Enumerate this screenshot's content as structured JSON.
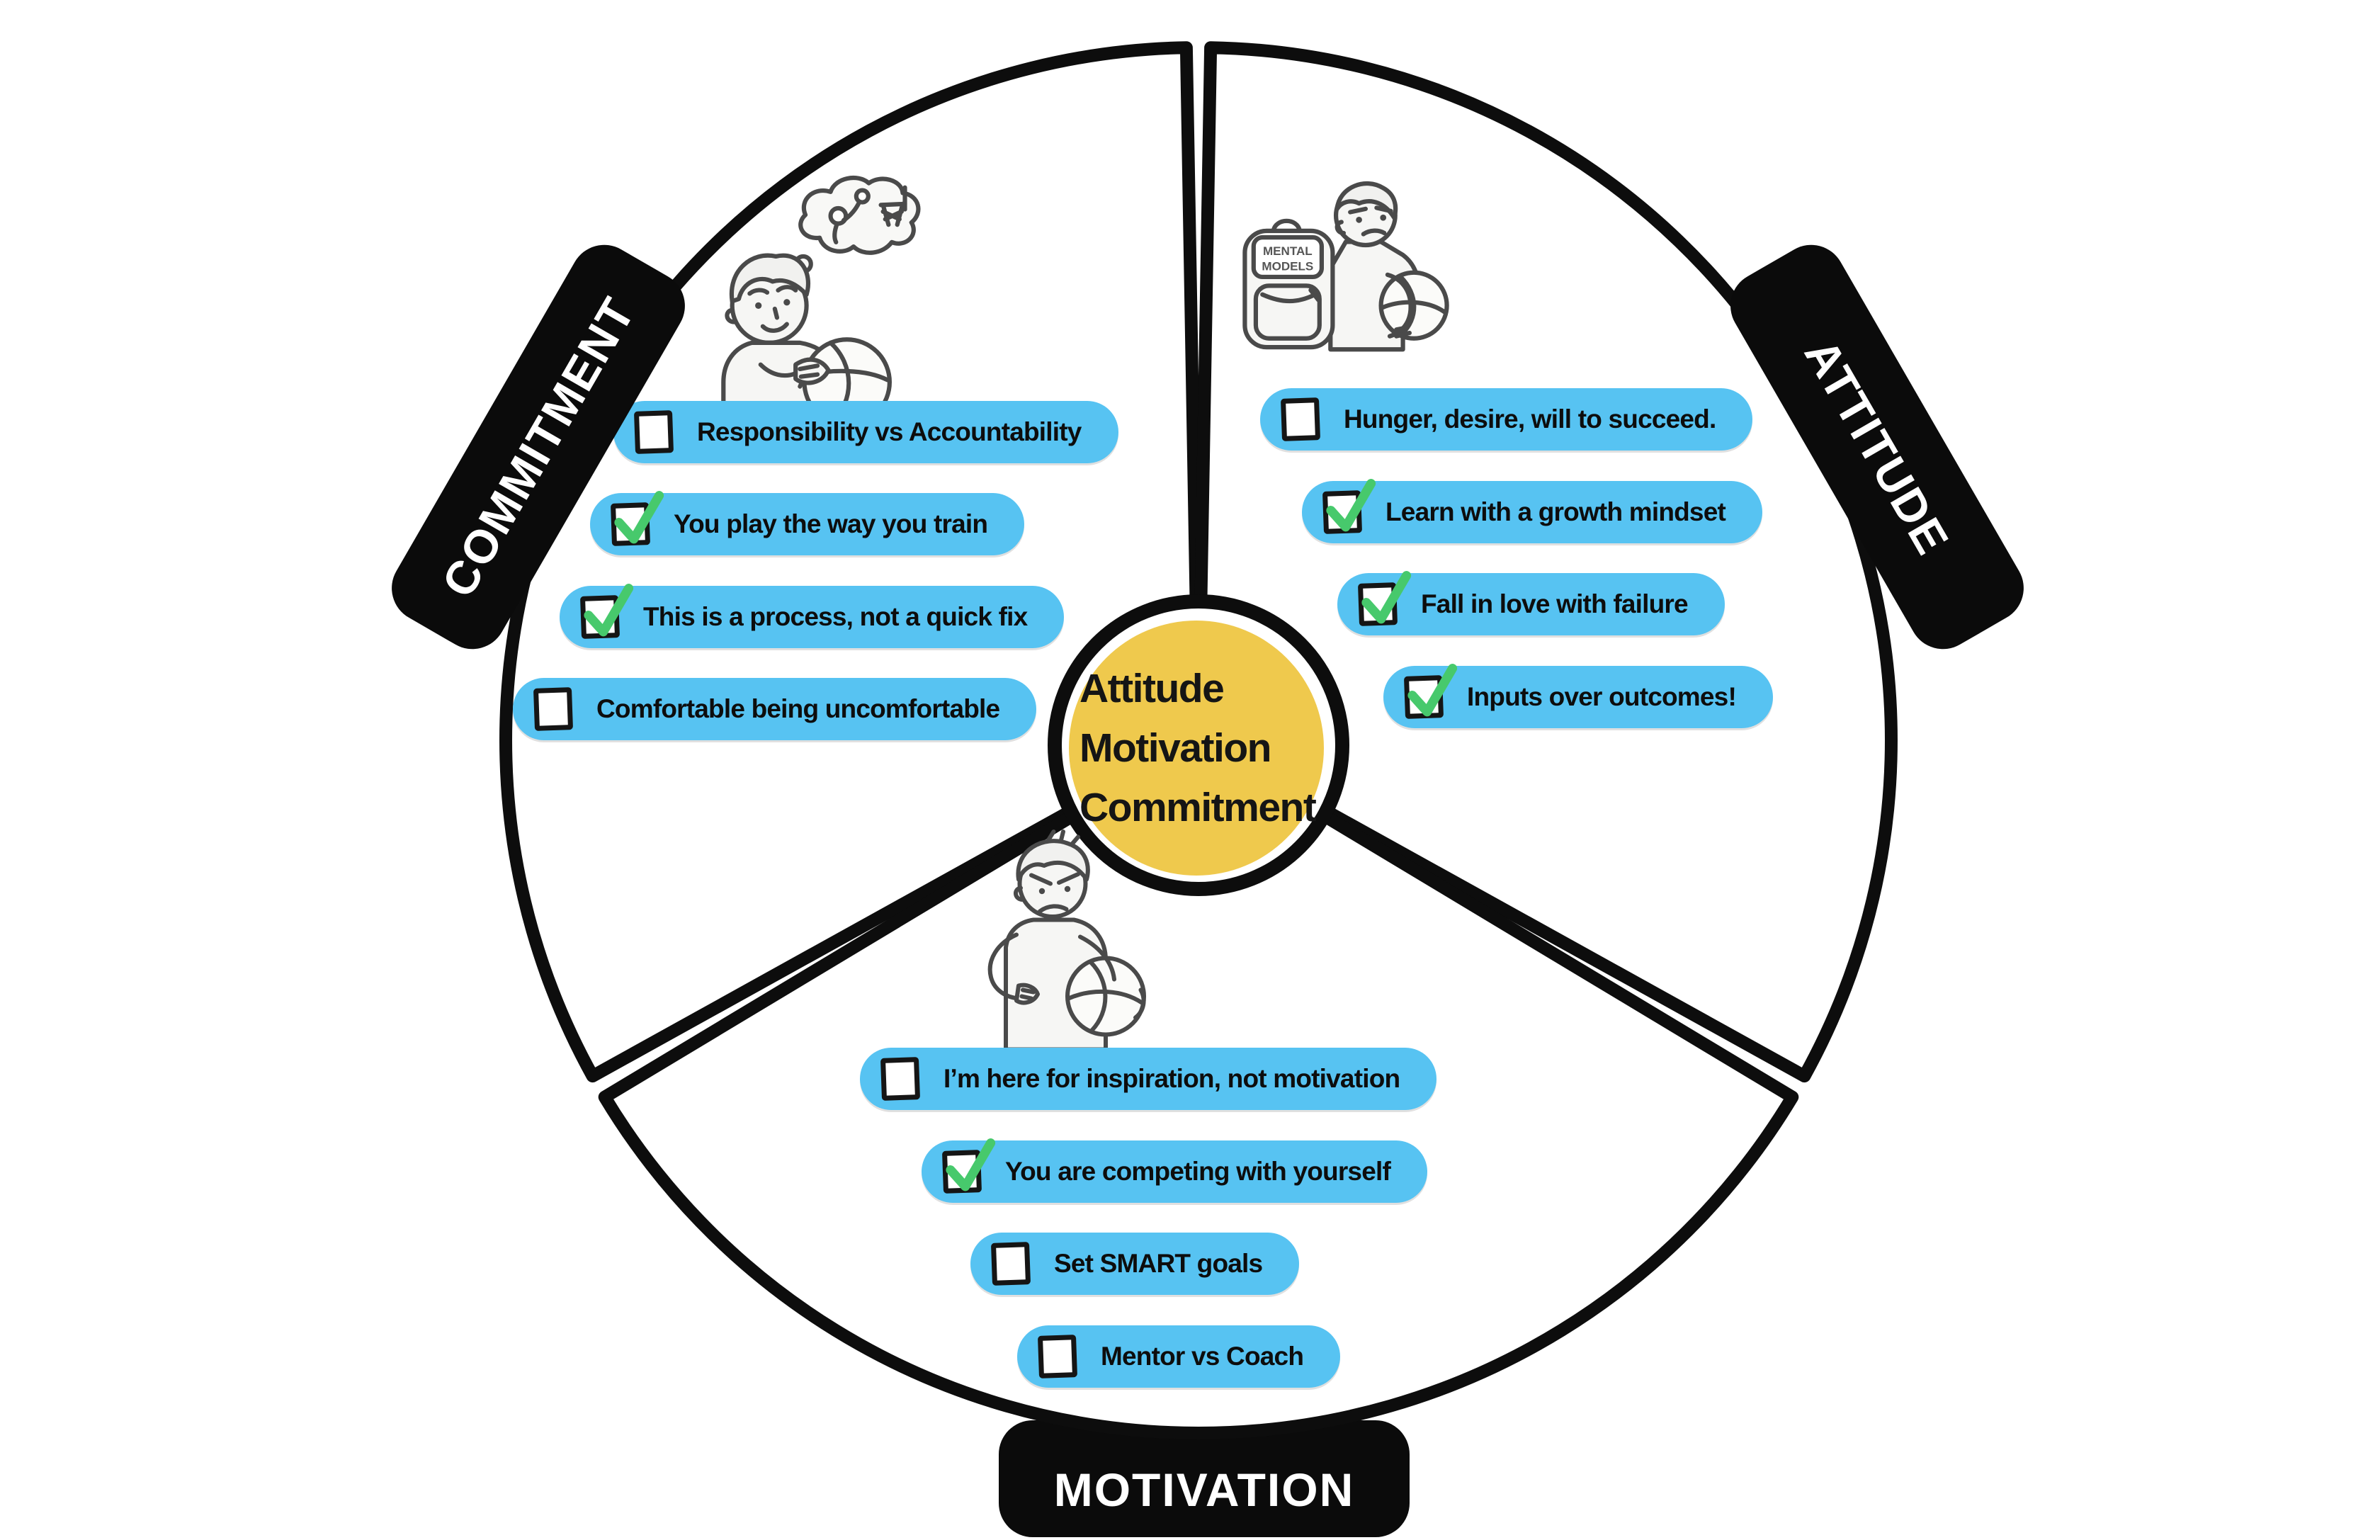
{
  "center": {
    "lines": [
      "Attitude",
      "Motivation",
      "Commitment"
    ]
  },
  "sections": {
    "commitment": {
      "label": "COMMITMENT",
      "items": [
        {
          "text": "Responsibility vs Accountability",
          "checked": false
        },
        {
          "text": "You play the way you train",
          "checked": true
        },
        {
          "text": "This is a process, not a quick fix",
          "checked": true
        },
        {
          "text": "Comfortable being uncomfortable",
          "checked": false
        }
      ]
    },
    "attitude": {
      "label": "ATTITUDE",
      "items": [
        {
          "text": "Hunger, desire, will to succeed.",
          "checked": false
        },
        {
          "text": "Learn with a growth mindset",
          "checked": true
        },
        {
          "text": "Fall in love with failure",
          "checked": true
        },
        {
          "text": "Inputs over outcomes!",
          "checked": true
        }
      ]
    },
    "motivation": {
      "label": "MOTIVATION",
      "items": [
        {
          "text": "I’m here for inspiration, not motivation",
          "checked": false
        },
        {
          "text": "You are competing with yourself",
          "checked": true
        },
        {
          "text": "Set SMART goals",
          "checked": false
        },
        {
          "text": "Mentor vs Coach",
          "checked": false
        }
      ]
    }
  },
  "illustrations": {
    "attitude_backpack_label": [
      "MENTAL",
      "MODELS"
    ]
  },
  "icons": {
    "checked": "checkbox-with-green-checkmark",
    "unchecked": "empty-checkbox"
  },
  "colors": {
    "pill_blue": "#57C3F2",
    "center_yellow": "#EFC94D",
    "check_green": "#47C96C",
    "banner_black": "#0B0B0B",
    "banner_text": "#FFFFFF"
  }
}
